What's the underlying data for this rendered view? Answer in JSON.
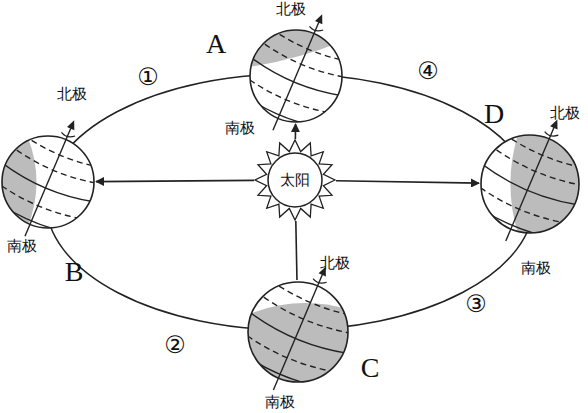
{
  "diagram": {
    "nodes": [
      {
        "text": [
          "太阳"
        ]
      },
      {
        "text": [
          "A"
        ]
      },
      {
        "text": [
          "B"
        ]
      },
      {
        "text": [
          "C"
        ]
      },
      {
        "text": [
          "D"
        ]
      }
    ],
    "edges": [
      {
        "from": 0,
        "to": 1,
        "arrow": "to"
      },
      {
        "from": 0,
        "to": 2,
        "arrow": "to"
      },
      {
        "from": 0,
        "to": 4,
        "arrow": "to"
      },
      {
        "from": 0,
        "to": 3,
        "arrow": "none"
      }
    ],
    "labels": [
      "北极",
      "南极",
      "①",
      "④",
      "北极",
      "北极",
      "南极",
      "南极",
      "北极",
      "②",
      "③",
      "南极"
    ]
  }
}
